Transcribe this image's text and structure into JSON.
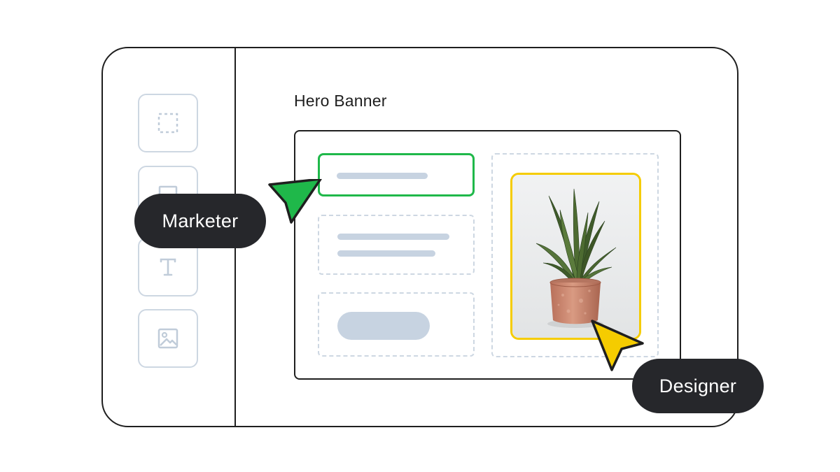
{
  "canvas": {
    "title": "Hero Banner"
  },
  "toolbar": {
    "tools": [
      {
        "name": "Select area",
        "icon": "dashed-square-icon"
      },
      {
        "name": "Rectangle",
        "icon": "rectangle-icon"
      },
      {
        "name": "Text",
        "icon": "text-icon"
      },
      {
        "name": "Image",
        "icon": "image-icon"
      }
    ]
  },
  "collaborators": [
    {
      "label": "Marketer",
      "color": "#1fb84a",
      "cursor": "cursor-arrow-icon"
    },
    {
      "label": "Designer",
      "color": "#f5cc00",
      "cursor": "cursor-arrow-icon"
    }
  ],
  "colors": {
    "frame": "#1f1f1f",
    "placeholder": "#c7d3e1",
    "marketer_selection": "#1fb84a",
    "designer_selection": "#f5cc00",
    "label_background": "#26272b"
  }
}
